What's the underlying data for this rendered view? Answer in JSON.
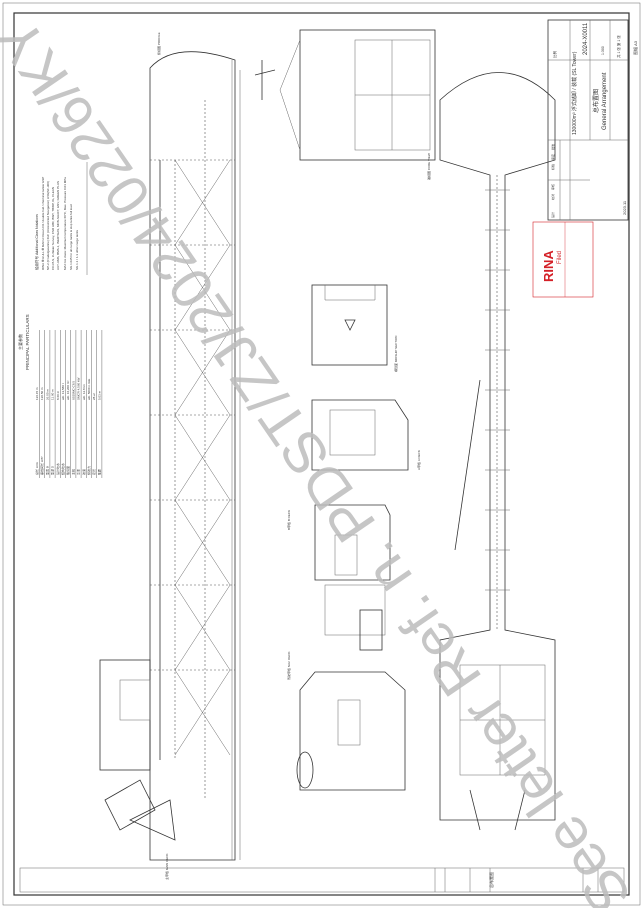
{
  "drawing": {
    "title_cn": "总布置图",
    "title_en": "General Arrangement",
    "project": "130000m³ 浮式储卸 / 装载 (SL Tower)",
    "drawing_no": "2024-X0011",
    "scale_label": "比例",
    "scale_value": "1:300",
    "sheet_label": "共 1 张 第 1 张",
    "date": "2023.11",
    "edition_note": "图幅 A3",
    "bottom_label": "总布置图",
    "approval_labels": [
      "设计",
      "校对",
      "审核",
      "标检",
      "审定",
      "批准"
    ]
  },
  "particulars": {
    "heading_cn": "主要参数",
    "heading_en": "PRINCIPAL PARTICULARS",
    "rows": [
      {
        "label": "总长 LOA",
        "value": "136.15 m"
      },
      {
        "label": "垂线间长 LPP",
        "value": "130.50 m"
      },
      {
        "label": "型宽 B",
        "value": "26.00 m"
      },
      {
        "label": "型深 D",
        "value": "11.60 m"
      },
      {
        "label": "设计吃水",
        "value": "8.60 m"
      },
      {
        "label": "结构吃水",
        "value": "abt. 13,580 t"
      },
      {
        "label": "载货量",
        "value": "abt. 16,200 m³"
      },
      {
        "label": "主机",
        "value": "6S35MC-C8.5"
      },
      {
        "label": "功率",
        "value": "SMCR 4,560 kW"
      },
      {
        "label": "航速",
        "value": "abt. 12.8 kn"
      },
      {
        "label": "续航力",
        "value": "abt. 5000 n.mile"
      },
      {
        "label": "定员",
        "value": "28+2"
      },
      {
        "label": "肋距",
        "value": "5.03 m"
      }
    ]
  },
  "notes": {
    "heading": "船级符号 Additional Class Notations",
    "lines": [
      "RINA ✠ HULL ✠ MACH Ocean Oil / double hull / chemical tanker ESP",
      "NP-2 (Crude/gasoline) IGC (Unrestricted Navigation) LNG(SF-300)",
      "CO-PLS, In-Water Survey, CSR HBF, BWT, TBWP, IG, CLEAN",
      "AUT-UMS, BMS-1, INERTGAS, MON-SHAFT, ENV, GREEN PLUS",
      "MAX Ice class: Maximum temperature 60°C, Max. Pressure 0.03 MPa",
      "SG 1.025 for all cargo tanks & slop tanks full load",
      "SG 1.1 / 1.3 other cargo tanks"
    ]
  },
  "stamp": {
    "brand": "RINA",
    "status": "Filed",
    "color": "#d42027"
  },
  "watermark": {
    "text": "See letter Ref. n. PDST/ZJ/2024/0226/KY"
  },
  "view_labels": [
    "侧视图 PROFILE",
    "主甲板 MAIN DECK",
    "艏视图 FORE VIEW",
    "横剖面 MIDSHIP SECTION",
    "A甲板 A DECK",
    "B甲板 B DECK",
    "驾驶甲板 NAV. DECK"
  ]
}
